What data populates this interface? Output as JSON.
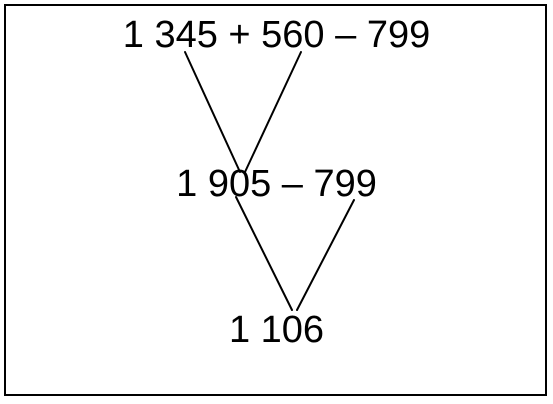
{
  "diagram": {
    "expressions": [
      "1 345 + 560 – 799",
      "1 905 – 799",
      "1 106"
    ],
    "line_color": "#000000",
    "text_color": "#000000",
    "frame_color": "#000000"
  }
}
